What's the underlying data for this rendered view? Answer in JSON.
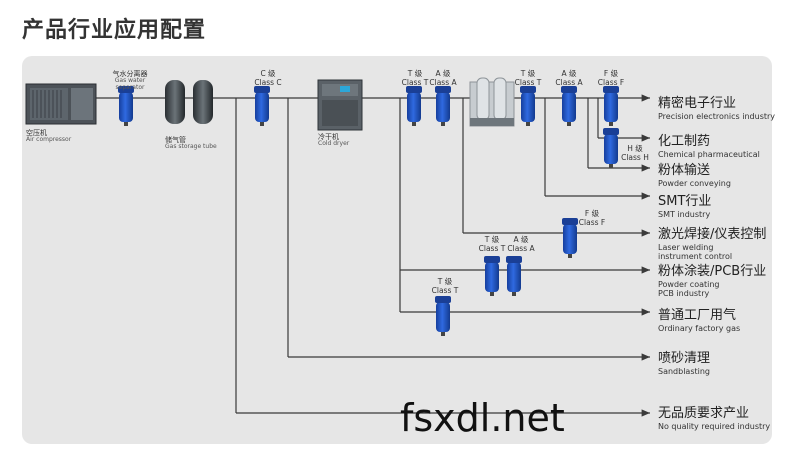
{
  "title": "产品行业应用配置",
  "equipment": {
    "air_compressor": {
      "cn": "空压机",
      "en": "Air compressor"
    },
    "separator": {
      "cn": "气水分离器",
      "en": "Gas water separator"
    },
    "storage_tank": {
      "cn": "储气管",
      "en": "Gas storage tube"
    },
    "cold_dryer": {
      "cn": "冷干机",
      "en": "Cold dryer"
    }
  },
  "filters": {
    "c1": {
      "grade": "C 级",
      "cls": "Class C"
    },
    "t1": {
      "grade": "T 级",
      "cls": "Class T"
    },
    "a1": {
      "grade": "A 级",
      "cls": "Class A"
    },
    "t2": {
      "grade": "T 级",
      "cls": "Class T"
    },
    "a2": {
      "grade": "A 级",
      "cls": "Class A"
    },
    "f1": {
      "grade": "F 级",
      "cls": "Class F"
    },
    "h1": {
      "grade": "H 级",
      "cls": "Class H"
    },
    "f2": {
      "grade": "F 级",
      "cls": "Class F"
    },
    "t3": {
      "grade": "T 级",
      "cls": "Class T"
    },
    "a3": {
      "grade": "A 级",
      "cls": "Class A"
    },
    "t4": {
      "grade": "T 级",
      "cls": "Class T"
    }
  },
  "outputs": [
    {
      "cn": "精密电子行业",
      "en": "Precision electronics industry"
    },
    {
      "cn": "化工制药",
      "en": "Chemical pharmaceutical"
    },
    {
      "cn": "粉体输送",
      "en": "Powder conveying"
    },
    {
      "cn": "SMT行业",
      "en": "SMT industry"
    },
    {
      "cn": "激光焊接/仪表控制",
      "en1": "Laser welding",
      "en2": "instrument control"
    },
    {
      "cn": "粉体涂装/PCB行业",
      "en1": "Powder coating",
      "en2": "PCB industry"
    },
    {
      "cn": "普通工厂用气",
      "en": "Ordinary factory gas"
    },
    {
      "cn": "喷砂清理",
      "en": "Sandblasting"
    },
    {
      "cn": "无品质要求产业",
      "en": "No quality required industry"
    }
  ],
  "watermark": "fsxdl.net",
  "colors": {
    "filter": "#1c4fc2",
    "pipe": "#3a3a3a",
    "panel": "#e6e6e6"
  }
}
